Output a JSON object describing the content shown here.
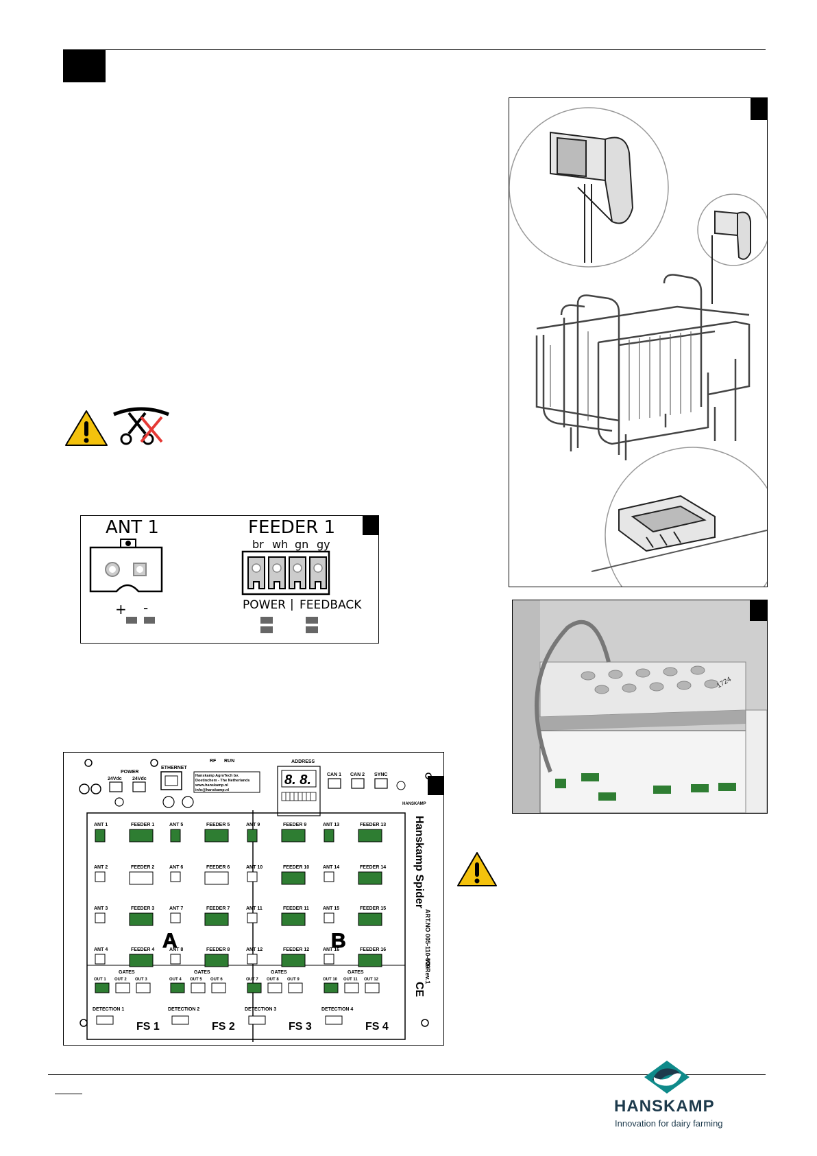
{
  "connector_label": {
    "ant": "ANT 1",
    "feeder": "FEEDER 1",
    "plus": "+",
    "minus": "-",
    "wires": [
      "br",
      "wh",
      "gn",
      "gy"
    ],
    "power": "POWER",
    "separator": "|",
    "feedback": "FEEDBACK"
  },
  "board": {
    "power": "POWER",
    "v1": "24Vdc",
    "v2": "24Vdc",
    "ethernet": "ETHERNET",
    "rf": "RF",
    "run": "RUN",
    "address": "ADDRESS",
    "digits": "8. 8.",
    "can1": "CAN 1",
    "can2": "CAN 2",
    "sync": "SYNC",
    "company_lines": [
      "Hanskamp AgroTech bv.",
      "Doetinchem - The Netherlands",
      "www.hanskamp.nl",
      "info@hanskamp.nl"
    ],
    "ant_labels": [
      "ANT 1",
      "ANT 2",
      "ANT 3",
      "ANT 4",
      "ANT 5",
      "ANT 6",
      "ANT 7",
      "ANT 8",
      "ANT 9",
      "ANT 10",
      "ANT 11",
      "ANT 12",
      "ANT 13",
      "ANT 14",
      "ANT 15",
      "ANT 16"
    ],
    "feeder_labels": [
      "FEEDER 1",
      "FEEDER 2",
      "FEEDER 3",
      "FEEDER 4",
      "FEEDER 5",
      "FEEDER 6",
      "FEEDER 7",
      "FEEDER 8",
      "FEEDER 9",
      "FEEDER 10",
      "FEEDER 11",
      "FEEDER 12",
      "FEEDER 13",
      "FEEDER 14",
      "FEEDER 15",
      "FEEDER 16"
    ],
    "gates": "GATES",
    "out_labels": [
      "OUT 1",
      "OUT 2",
      "OUT 3",
      "OUT 4",
      "OUT 5",
      "OUT 6",
      "OUT 7",
      "OUT 8",
      "OUT 9",
      "OUT 10",
      "OUT 11",
      "OUT 12"
    ],
    "detection_labels": [
      "DETECTION 1",
      "DETECTION 2",
      "DETECTION 3",
      "DETECTION 4"
    ],
    "fs_labels": [
      "FS 1",
      "FS 2",
      "FS 3",
      "FS 4"
    ],
    "letter_a": "A",
    "letter_b": "B",
    "vertical_title": "Hanskamp Spider",
    "art_no": "ART.NO 005-110-000",
    "revision": "V2-Rev.1",
    "ce": "CE",
    "brand_small": "HANSKAMP"
  },
  "photo_label": "1724",
  "footer": {
    "brand": "HANSKAMP",
    "tagline": "Innovation for dairy farming"
  },
  "colors": {
    "warning_yellow": "#f4c20d",
    "connector_green": "#2e7d32",
    "cross_red": "#e53935",
    "brand_dark": "#1d3a4c",
    "brand_teal": "#0f8a8a"
  }
}
